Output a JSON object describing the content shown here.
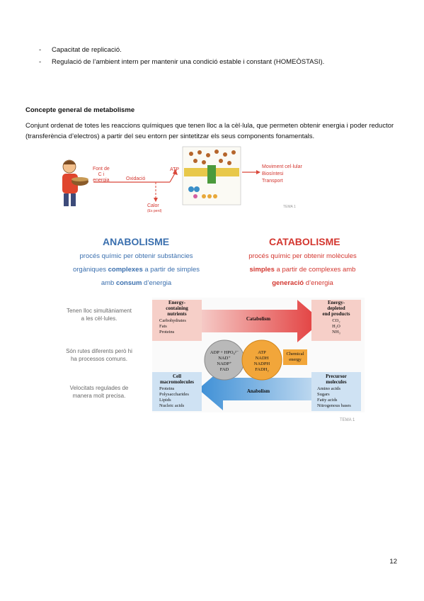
{
  "bullets": [
    {
      "dash": "-",
      "text": "Capacitat de replicació."
    },
    {
      "dash": "-",
      "text": "Regulació de l’ambient intern per mantenir una condició estable i constant (HOMEÒSTASI)."
    }
  ],
  "section": {
    "heading": "Concepte general de metabolisme",
    "paragraph": "Conjunt ordenat de totes les reaccions químiques que tenen lloc a la cèl·lula, que permeten obtenir energia i poder reductor (transferència d’electros) a partir del seu entorn per sintetitzar els seus components fonamentals."
  },
  "figure1": {
    "source_label": [
      "Font de",
      "C i",
      "energia"
    ],
    "oxidation_label": "Oxidació",
    "atp_label": "ATP",
    "heat_label": "Calor",
    "heat_sub": "(Es perd)",
    "outputs": [
      "Moviment cel·lular",
      "Biosíntesi",
      "Transport"
    ],
    "tema": "TEMA 1"
  },
  "figure2": {
    "anabolisme_title": "ANABOLISME",
    "anabolisme_lines": [
      "procés químic per obtenir substàncies",
      "orgàniques ",
      "complexes",
      " a partir de simples",
      "amb ",
      "consum",
      " d’energia"
    ],
    "catabolisme_title": "CATABOLISME",
    "catabolisme_lines": [
      "procés químic per obtenir molècules",
      "simples",
      " a partir de complexes amb",
      "generació",
      " d’energia"
    ],
    "notes": [
      [
        "Tenen lloc simultàniament",
        "a les cèl·lules."
      ],
      [
        "Són rutes diferents però hi",
        "ha processos comuns."
      ],
      [
        "Velocitats regulades de",
        "manera molt precisa."
      ]
    ],
    "energy_box": {
      "title": [
        "Energy-",
        "containing",
        "nutrients"
      ],
      "items": [
        "Carbohydrates",
        "Fats",
        "Proteins"
      ]
    },
    "depleted_box": {
      "title": [
        "Energy-",
        "depleted",
        "end products"
      ],
      "items": [
        "CO₂",
        "H₂O",
        "NH₃"
      ]
    },
    "cell_box": {
      "title": [
        "Cell",
        "macromolecules"
      ],
      "items": [
        "Proteins",
        "Polysaccharides",
        "Lipids",
        "Nucleic acids"
      ]
    },
    "precursor_box": {
      "title": [
        "Precursor",
        "molecules"
      ],
      "items": [
        "Amino acids",
        "Sugars",
        "Fatty acids",
        "Nitrogenous bases"
      ]
    },
    "catabolism_label": "Catabolism",
    "anabolism_label": "Anabolism",
    "grey_circle": [
      "ADP + HPO₄²⁻",
      "NAD⁺",
      "NADP⁺",
      "FAD"
    ],
    "orange_circle": [
      "ATP",
      "NADH",
      "NADPH",
      "FADH₂"
    ],
    "chemical_energy": [
      "Chemical",
      "energy"
    ],
    "tema": "TEMA 1"
  },
  "page_number": "12",
  "colors": {
    "blue": "#3a6fae",
    "red": "#d3362f",
    "orange": "#f2a63a",
    "pink_box": "#f6cfc8",
    "blue_box": "#cfe2f3"
  }
}
